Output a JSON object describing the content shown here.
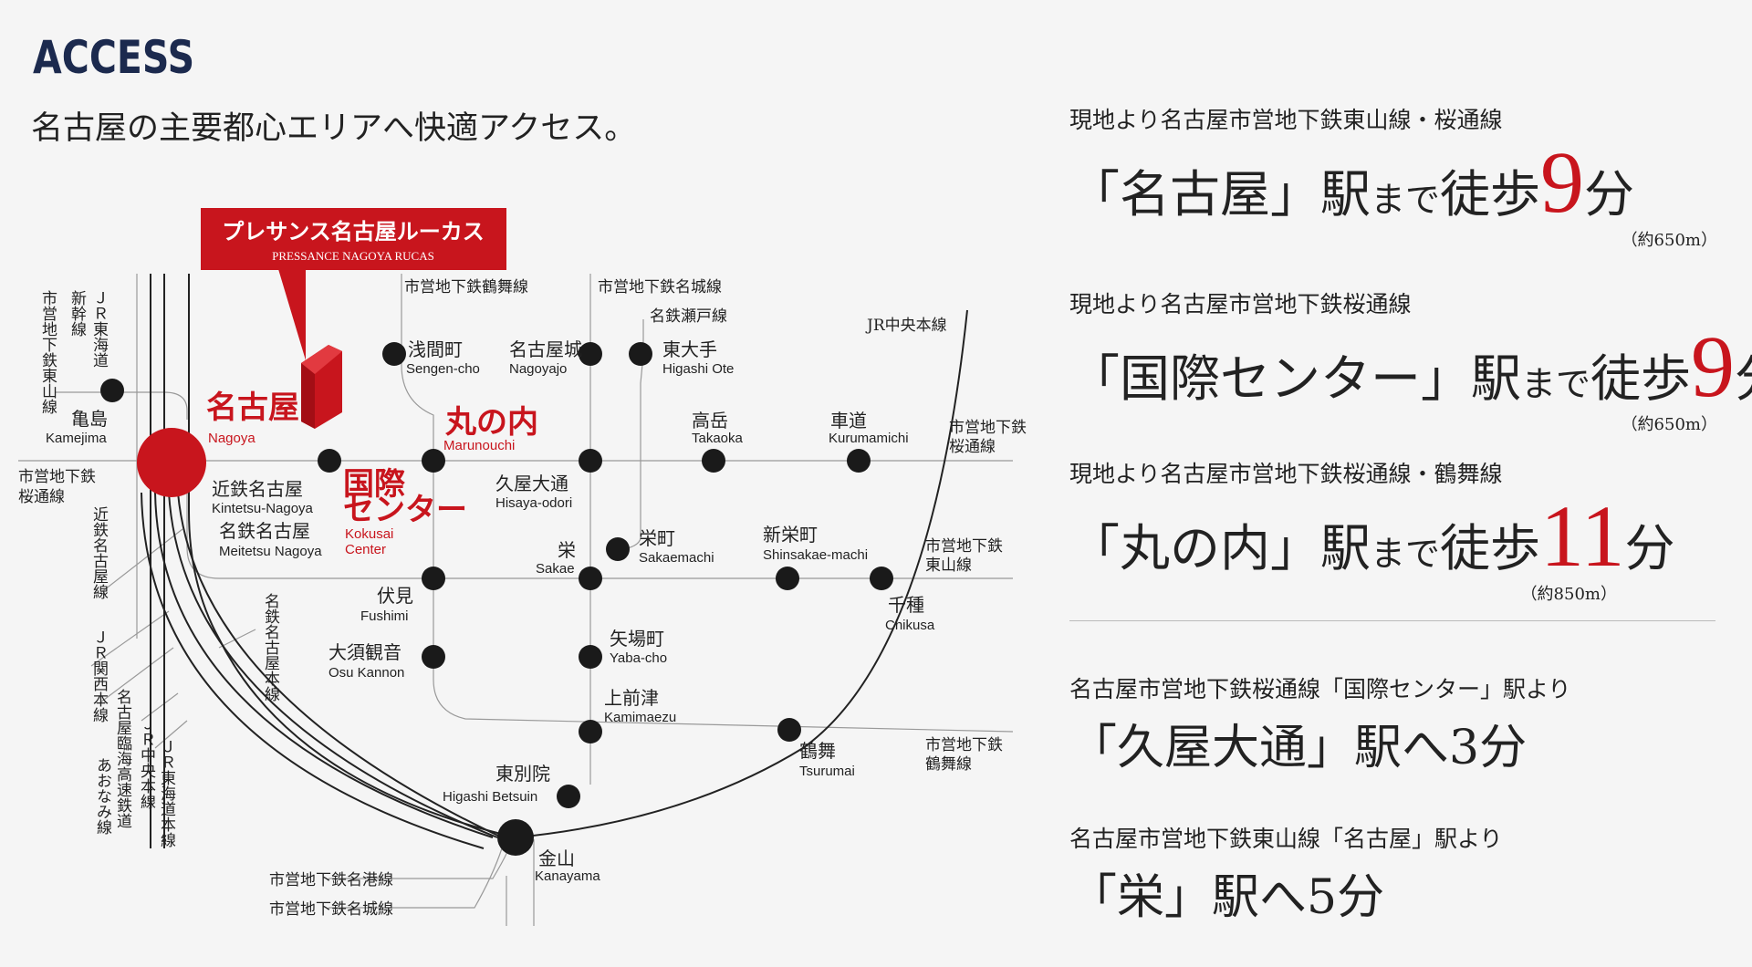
{
  "header": {
    "title": "ACCESS",
    "subtitle": "名古屋の主要都心エリアへ快適アクセス。"
  },
  "property": {
    "name": "プレサンス名古屋ルーカス",
    "name_en": "PRESSANCE NAGOYA RUCAS"
  },
  "stations": {
    "kamejima": {
      "ja": "亀島",
      "en": "Kamejima"
    },
    "nagoya": {
      "ja": "名古屋",
      "en": "Nagoya"
    },
    "kintetsu_nagoya": {
      "ja": "近鉄名古屋",
      "en": "Kintetsu-Nagoya"
    },
    "meitetsu_nagoya": {
      "ja": "名鉄名古屋",
      "en": "Meitetsu Nagoya"
    },
    "kokusai": {
      "ja1": "国際",
      "ja2": "センター",
      "en1": "Kokusai",
      "en2": "Center"
    },
    "sengencho": {
      "ja": "浅間町",
      "en": "Sengen-cho"
    },
    "nagoyajo": {
      "ja": "名古屋城",
      "en": "Nagoyajo"
    },
    "higashi_ote": {
      "ja": "東大手",
      "en": "Higashi Ote"
    },
    "marunouchi": {
      "ja": "丸の内",
      "en": "Marunouchi"
    },
    "takaoka": {
      "ja": "高岳",
      "en": "Takaoka"
    },
    "kurumamichi": {
      "ja": "車道",
      "en": "Kurumamichi"
    },
    "hisaya_odori": {
      "ja": "久屋大通",
      "en": "Hisaya-odori"
    },
    "sakae": {
      "ja": "栄",
      "en": "Sakae"
    },
    "sakaemachi": {
      "ja": "栄町",
      "en": "Sakaemachi"
    },
    "shinsakae": {
      "ja": "新栄町",
      "en": "Shinsakae-machi"
    },
    "chikusa": {
      "ja": "千種",
      "en": "Chikusa"
    },
    "fushimi": {
      "ja": "伏見",
      "en": "Fushimi"
    },
    "osu_kannon": {
      "ja": "大須観音",
      "en": "Osu Kannon"
    },
    "yabacho": {
      "ja": "矢場町",
      "en": "Yaba-cho"
    },
    "kamimaezu": {
      "ja": "上前津",
      "en": "Kamimaezu"
    },
    "tsurumai": {
      "ja": "鶴舞",
      "en": "Tsurumai"
    },
    "higashi_betsuin": {
      "ja": "東別院",
      "en": "Higashi Betsuin"
    },
    "kanayama": {
      "ja": "金山",
      "en": "Kanayama"
    }
  },
  "lines": {
    "tsurumai_top": "市営地下鉄鶴舞線",
    "meijo_top": "市営地下鉄名城線",
    "meiseto": "名鉄瀬戸線",
    "jr_chuo": "JR中央本線",
    "higashiyama_left": "市営地下鉄東山線",
    "shinkansen": "新幹線",
    "jr_tokaido": "ＪＲ東海道",
    "sakuradori_left": "市営地下鉄\n桜通線",
    "sakuradori_right": "市営地下鉄\n桜通線",
    "higashiyama_right": "市営地下鉄\n東山線",
    "tsurumai_right": "市営地下鉄\n鶴舞線",
    "kintetsu": "近鉄名古屋線",
    "jr_kansai": "ＪＲ関西本線",
    "meitetsu_main": "名鉄名古屋本線",
    "aonami": "名古屋臨海高速鉄道\nあおなみ線",
    "jr_chuo_left": "ＪＲ中央本線",
    "jr_tokaido_main": "ＪＲ東海道本線",
    "meiko": "市営地下鉄名港線",
    "meijo_bottom": "市営地下鉄名城線"
  },
  "access": [
    {
      "from": "現地より名古屋市営地下鉄東山線・桜通線",
      "pre": "「名古屋」駅",
      "mid": "まで",
      "walk": "徒歩",
      "min": "9",
      "unit": "分",
      "note": "（約650m）"
    },
    {
      "from": "現地より名古屋市営地下鉄桜通線",
      "pre": "「国際センター」駅",
      "mid": "まで",
      "walk": "徒歩",
      "min": "9",
      "unit": "分",
      "note": "（約650m）"
    },
    {
      "from": "現地より名古屋市営地下鉄桜通線・鶴舞線",
      "pre": "「丸の内」駅",
      "mid": "まで",
      "walk": "徒歩",
      "min": "11",
      "unit": "分",
      "note": "（約850m）"
    }
  ],
  "transfers": [
    {
      "from": "名古屋市営地下鉄桜通線「国際センター」駅より",
      "text": "「久屋大通」駅へ3分"
    },
    {
      "from": "名古屋市営地下鉄東山線「名古屋」駅より",
      "text": "「栄」駅へ5分"
    }
  ],
  "colors": {
    "accent": "#c8151d",
    "title": "#1c2a4e"
  }
}
